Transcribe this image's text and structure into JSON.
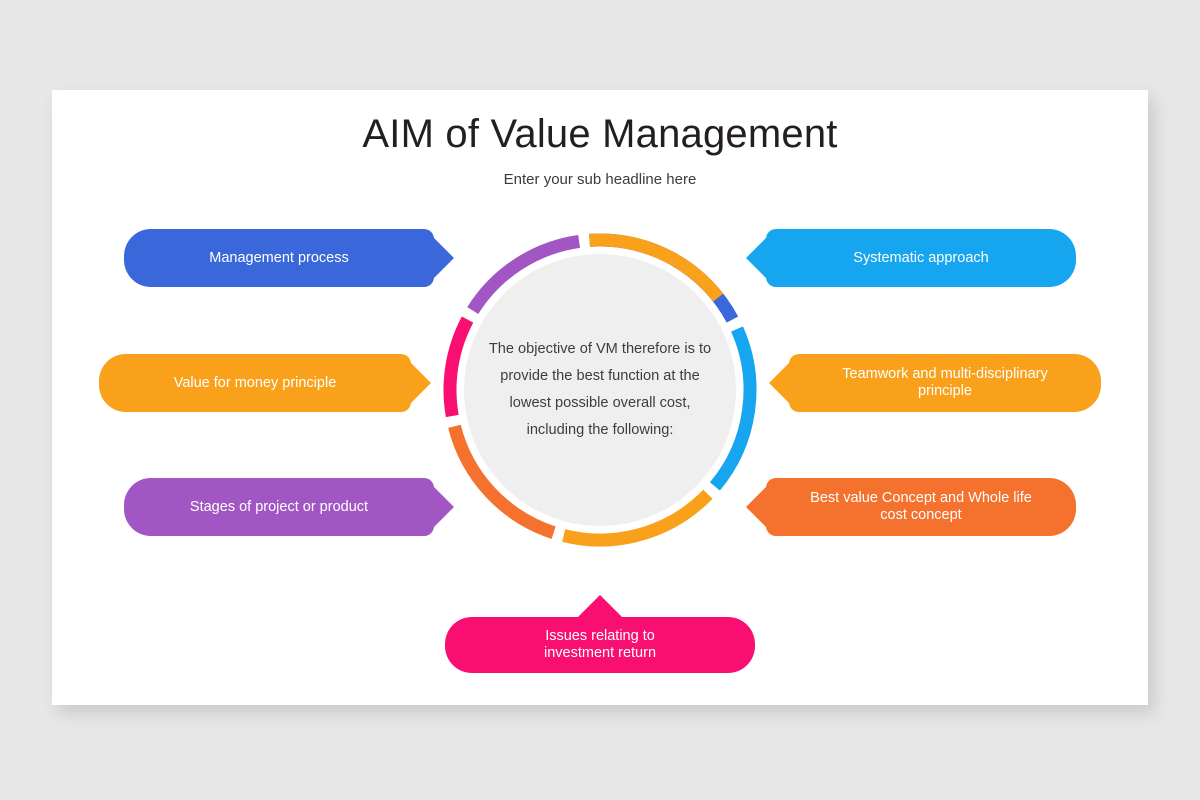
{
  "slide": {
    "title": "AIM of Value Management",
    "subtitle": "Enter your sub headline here",
    "background_color": "#e8e7e8",
    "card_color": "#ffffff"
  },
  "center": {
    "text": "The objective of VM therefore is to\nprovide the best function at the\nlowest possible overall cost,\nincluding the following:",
    "fill_color": "#efefef"
  },
  "ring": {
    "segments": [
      {
        "name": "management-process",
        "color": "#3a67da",
        "start_deg": -94,
        "end_deg": -28
      },
      {
        "name": "systematic-approach",
        "color": "#16a6ef",
        "start_deg": -24,
        "end_deg": 40
      },
      {
        "name": "teamwork-principle",
        "color": "#f9a11b",
        "start_deg": 44,
        "end_deg": 104
      },
      {
        "name": "best-value-concept",
        "color": "#f4712e",
        "start_deg": 108,
        "end_deg": 166
      },
      {
        "name": "issues-investment-return",
        "color": "#f90f72",
        "start_deg": 170,
        "end_deg": 208
      },
      {
        "name": "stages-of-project",
        "color": "#a256c4",
        "start_deg": 212,
        "end_deg": 262
      },
      {
        "name": "value-for-money",
        "color": "#f9a11b",
        "start_deg": 266,
        "end_deg": 322
      }
    ]
  },
  "callouts": {
    "left": [
      {
        "label": "Management process",
        "color": "#3a67da"
      },
      {
        "label": "Value for money principle",
        "color": "#f9a11b"
      },
      {
        "label": "Stages of project or product",
        "color": "#a256c4"
      }
    ],
    "right": [
      {
        "label": "Systematic approach",
        "color": "#16a6ef"
      },
      {
        "label": "Teamwork and multi-disciplinary\nprinciple",
        "color": "#f9a11b"
      },
      {
        "label": "Best value Concept and Whole life\ncost concept",
        "color": "#f4712e"
      }
    ],
    "bottom": [
      {
        "label": "Issues relating to\ninvestment return",
        "color": "#f90f72"
      }
    ]
  }
}
